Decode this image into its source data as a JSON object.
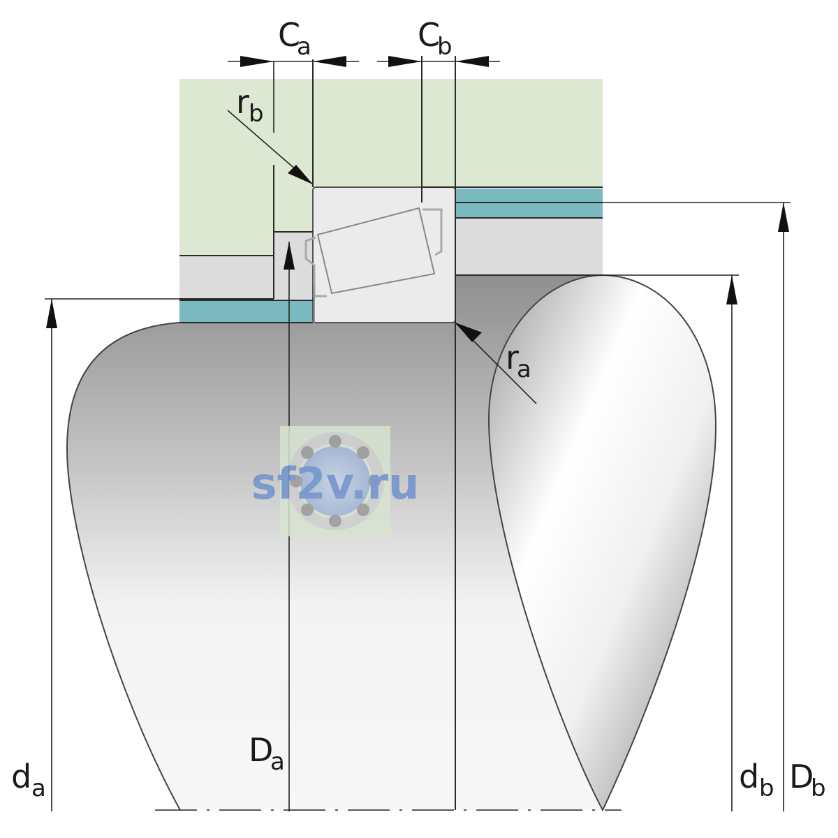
{
  "labels": {
    "Ca": {
      "main": "C",
      "sub": "a"
    },
    "Cb": {
      "main": "C",
      "sub": "b"
    },
    "rb": {
      "main": "r",
      "sub": "b"
    },
    "ra": {
      "main": "r",
      "sub": "a"
    },
    "da": {
      "main": "d",
      "sub": "a"
    },
    "Da": {
      "main": "D",
      "sub": "a"
    },
    "db": {
      "main": "d",
      "sub": "b"
    },
    "Db": {
      "main": "D",
      "sub": "b"
    }
  },
  "watermark": {
    "text": "sf2v.ru"
  },
  "colors": {
    "housing": "#dce8d1",
    "spacer": "#79b9bf",
    "bearing": "#ebebeb",
    "part_grey": "#dcdcdc",
    "line": "#2a2a2a",
    "watermark_text": "#6f92cc"
  }
}
